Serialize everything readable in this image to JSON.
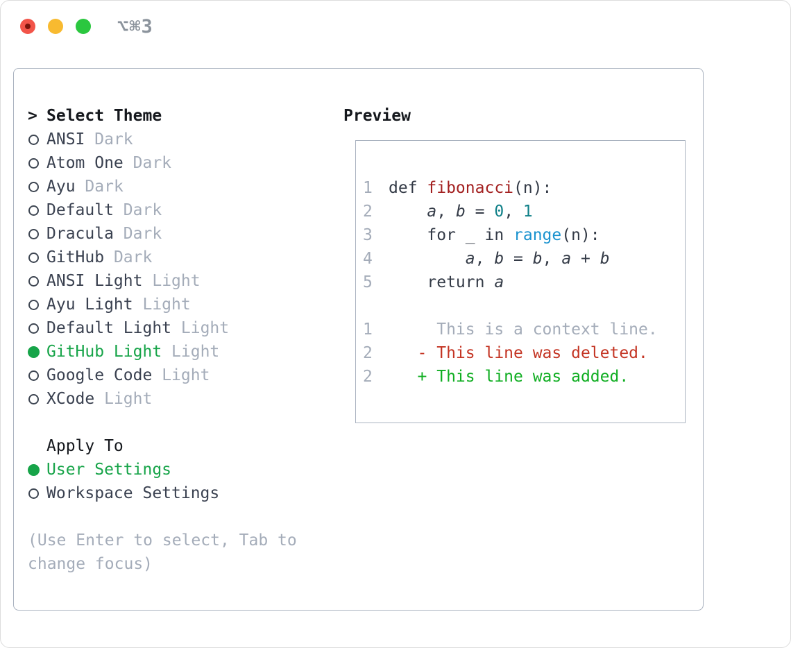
{
  "window": {
    "title": "⌥⌘3",
    "traffic_lights": [
      "close",
      "minimize",
      "zoom"
    ]
  },
  "theme_selector": {
    "prompt": ">",
    "title": "Select Theme",
    "themes": [
      {
        "name": "ANSI",
        "variant": "Dark",
        "selected": false
      },
      {
        "name": "Atom One",
        "variant": "Dark",
        "selected": false
      },
      {
        "name": "Ayu",
        "variant": "Dark",
        "selected": false
      },
      {
        "name": "Default",
        "variant": "Dark",
        "selected": false
      },
      {
        "name": "Dracula",
        "variant": "Dark",
        "selected": false
      },
      {
        "name": "GitHub",
        "variant": "Dark",
        "selected": false
      },
      {
        "name": "ANSI Light",
        "variant": "Light",
        "selected": false
      },
      {
        "name": "Ayu Light",
        "variant": "Light",
        "selected": false
      },
      {
        "name": "Default Light",
        "variant": "Light",
        "selected": false
      },
      {
        "name": "GitHub Light",
        "variant": "Light",
        "selected": true
      },
      {
        "name": "Google Code",
        "variant": "Light",
        "selected": false
      },
      {
        "name": "XCode",
        "variant": "Light",
        "selected": false
      }
    ],
    "apply_to": {
      "title": "Apply To",
      "options": [
        {
          "label": "User Settings",
          "selected": true
        },
        {
          "label": "Workspace Settings",
          "selected": false
        }
      ]
    },
    "hint_lines": [
      "(Use Enter to select, Tab to",
      "change focus)"
    ]
  },
  "preview": {
    "title": "Preview",
    "lines": [
      {
        "ln": "1",
        "tokens": [
          {
            "t": "def ",
            "s": "code"
          },
          {
            "t": "fibonacci",
            "s": "fn"
          },
          {
            "t": "(n):",
            "s": "code"
          }
        ]
      },
      {
        "ln": "2",
        "tokens": [
          {
            "t": "    ",
            "s": "code"
          },
          {
            "t": "a",
            "s": "var"
          },
          {
            "t": ", ",
            "s": "code"
          },
          {
            "t": "b",
            "s": "var"
          },
          {
            "t": " = ",
            "s": "code"
          },
          {
            "t": "0",
            "s": "num"
          },
          {
            "t": ", ",
            "s": "code"
          },
          {
            "t": "1",
            "s": "num"
          }
        ]
      },
      {
        "ln": "3",
        "tokens": [
          {
            "t": "    for _ in ",
            "s": "code"
          },
          {
            "t": "range",
            "s": "builtin"
          },
          {
            "t": "(n):",
            "s": "code"
          }
        ]
      },
      {
        "ln": "4",
        "tokens": [
          {
            "t": "        ",
            "s": "code"
          },
          {
            "t": "a",
            "s": "var"
          },
          {
            "t": ", ",
            "s": "code"
          },
          {
            "t": "b",
            "s": "var"
          },
          {
            "t": " = ",
            "s": "code"
          },
          {
            "t": "b",
            "s": "var"
          },
          {
            "t": ", ",
            "s": "code"
          },
          {
            "t": "a",
            "s": "var"
          },
          {
            "t": " + ",
            "s": "code"
          },
          {
            "t": "b",
            "s": "var"
          }
        ]
      },
      {
        "ln": "5",
        "tokens": [
          {
            "t": "    return ",
            "s": "code"
          },
          {
            "t": "a",
            "s": "var"
          }
        ]
      },
      {
        "ln": "",
        "tokens": []
      },
      {
        "ln": "1",
        "tokens": [
          {
            "t": "     This is a context line.",
            "s": "ctx"
          }
        ]
      },
      {
        "ln": "2",
        "tokens": [
          {
            "t": "   - This line was deleted.",
            "s": "del"
          }
        ]
      },
      {
        "ln": "2",
        "tokens": [
          {
            "t": "   + This line was added.",
            "s": "add"
          }
        ]
      }
    ]
  },
  "colors": {
    "accent_green": "#17a449",
    "add_green": "#10ae22",
    "del_red": "#c43524",
    "fn_red": "#a32020",
    "num_teal": "#0d7f87",
    "builtin_blue": "#1b93cf",
    "text_strong": "#15181d",
    "text_main": "#3a4150",
    "text_code": "#343b47",
    "muted": "#a4acb9",
    "ln_gray": "#a4acb9",
    "border": "#a9b2bf",
    "traffic_red": "#f25449",
    "traffic_yellow": "#f8ba30",
    "traffic_green": "#2bc73f",
    "title_gray": "#8b939c"
  }
}
